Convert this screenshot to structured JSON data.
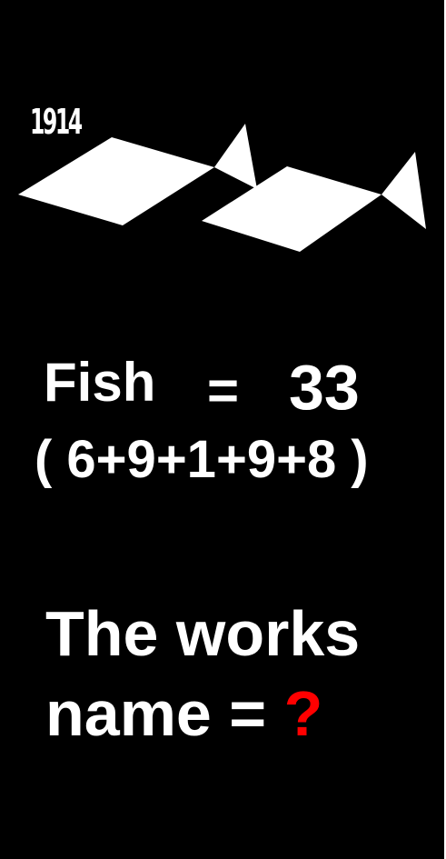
{
  "year_label": "1914",
  "equation": {
    "label": "Fish",
    "equals": "=",
    "value": "33",
    "breakdown": "( 6+9+1+9+8 )"
  },
  "question": {
    "line1": "The  works",
    "line2_text": "name = ",
    "mark": "?"
  },
  "colors": {
    "background": "#000000",
    "foreground": "#ffffff",
    "question_mark": "#ff0000"
  }
}
